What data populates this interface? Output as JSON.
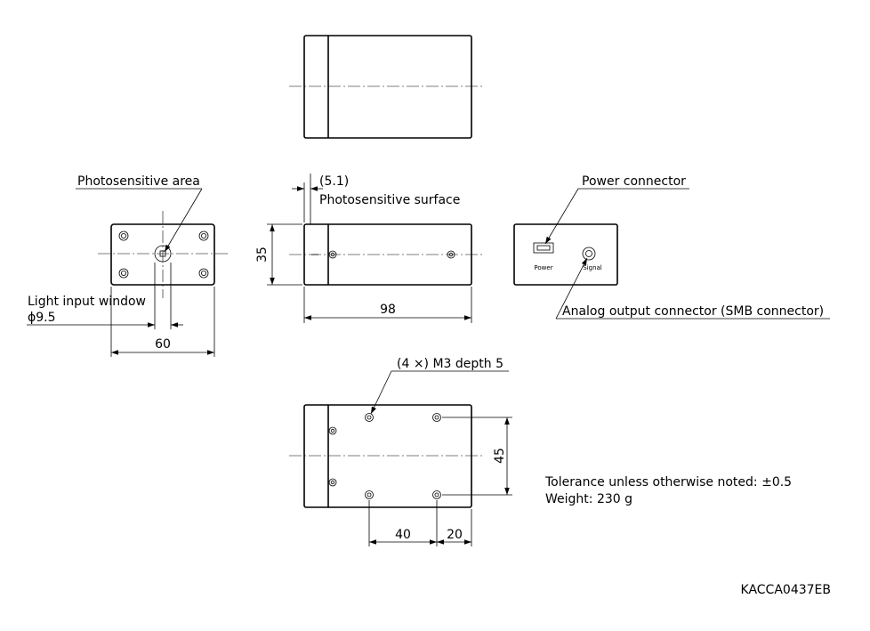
{
  "labels": {
    "photosensitive_area": "Photosensitive area",
    "light_input_window": "Light input window",
    "window_diameter": "ϕ9.5",
    "photosensitive_offset": "(5.1)",
    "photosensitive_surface": "Photosensitive surface",
    "power_connector": "Power connector",
    "analog_output_connector": "Analog output connector (SMB connector)",
    "power_port_text": "Power",
    "signal_port_text": "Signal",
    "mounting_holes": "(4 ×) M3 depth 5",
    "tolerance_note": "Tolerance unless otherwise noted: ±0.5",
    "weight_note": "Weight: 230 g",
    "drawing_code": "KACCA0437EB"
  },
  "dimensions": {
    "front_width": "60",
    "side_height": "35",
    "side_length": "98",
    "hole_spacing_y": "45",
    "hole_spacing_x": "40",
    "hole_edge_offset": "20"
  }
}
